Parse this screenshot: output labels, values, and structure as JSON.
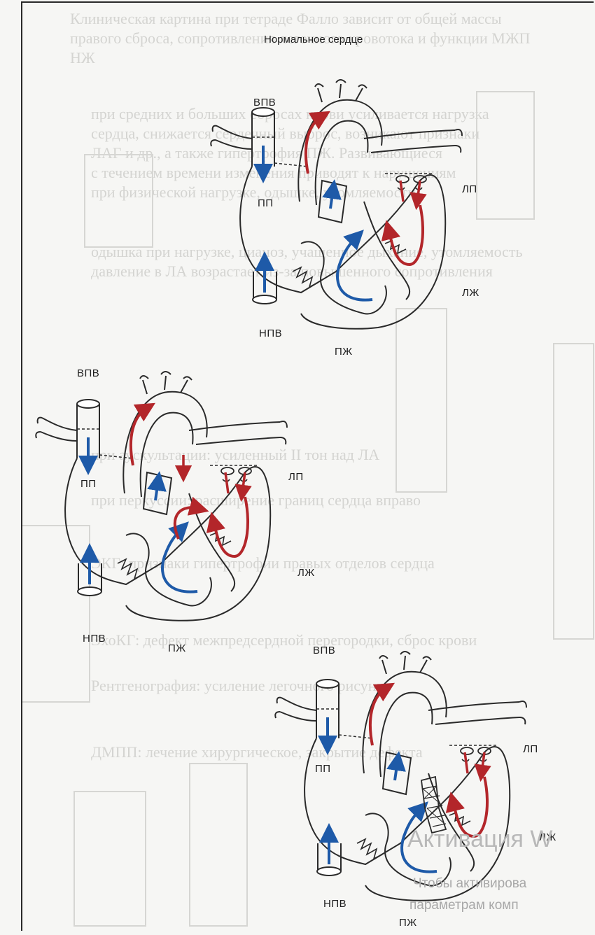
{
  "title": "Нормальное сердце",
  "background_lines": [
    "Клиническая картина при тетраде Фалло зависит от общей массы",
    "правого сброса, сопротивления легочного кровотока и функции МЖП",
    "НЖ",
    "при средних и больших сбросах крови усиливается нагрузка",
    "сердца, снижается сердечный выброс, возникают признаки",
    "ЛАГ и др., а также гипертрофия ПЖ. Развивающиеся",
    "с течением времени изменения приводят к нарушениям",
    "при физической нагрузке, одышке, утомляемости",
    "одышка при нагрузке, цианоз, учащенное дыхание, утомляемость",
    "давление в ЛА возрастает из-за повышенного сопротивления",
    "при аускультации: усиленный II тон над ЛА",
    "при перкуссии: расширение границ сердца вправо",
    "ЭКГ: признаки гипертрофии правых отделов сердца",
    "ЭхоКГ: дефект межпредсердной перегородки, сброс крови",
    "Рентгенография: усиление легочного рисунка",
    "ДМПП: лечение хирургическое, закрытие дефекта"
  ],
  "hearts": [
    {
      "labels": {
        "svc": "ВПВ",
        "ivc": "НПВ",
        "ra": "ПП",
        "la": "ЛП",
        "lv": "ЛЖ",
        "rv": "ПЖ"
      }
    },
    {
      "labels": {
        "svc": "ВПВ",
        "ivc": "НПВ",
        "ra": "ПП",
        "la": "ЛП",
        "lv": "ЛЖ",
        "rv": "ПЖ"
      }
    },
    {
      "labels": {
        "svc": "ВПВ",
        "ivc": "НПВ",
        "ra": "ПП",
        "la": "ЛП",
        "lv": "ЛЖ",
        "rv": "ПЖ"
      }
    }
  ],
  "watermark": {
    "line1": "Активация W",
    "line2": "Чтобы активирова",
    "line3": "параметрам комп"
  },
  "colors": {
    "red_flow": "#b3262a",
    "blue_flow": "#1e5aa8",
    "outline": "#2a2a2a",
    "background": "#f6f6f4"
  }
}
